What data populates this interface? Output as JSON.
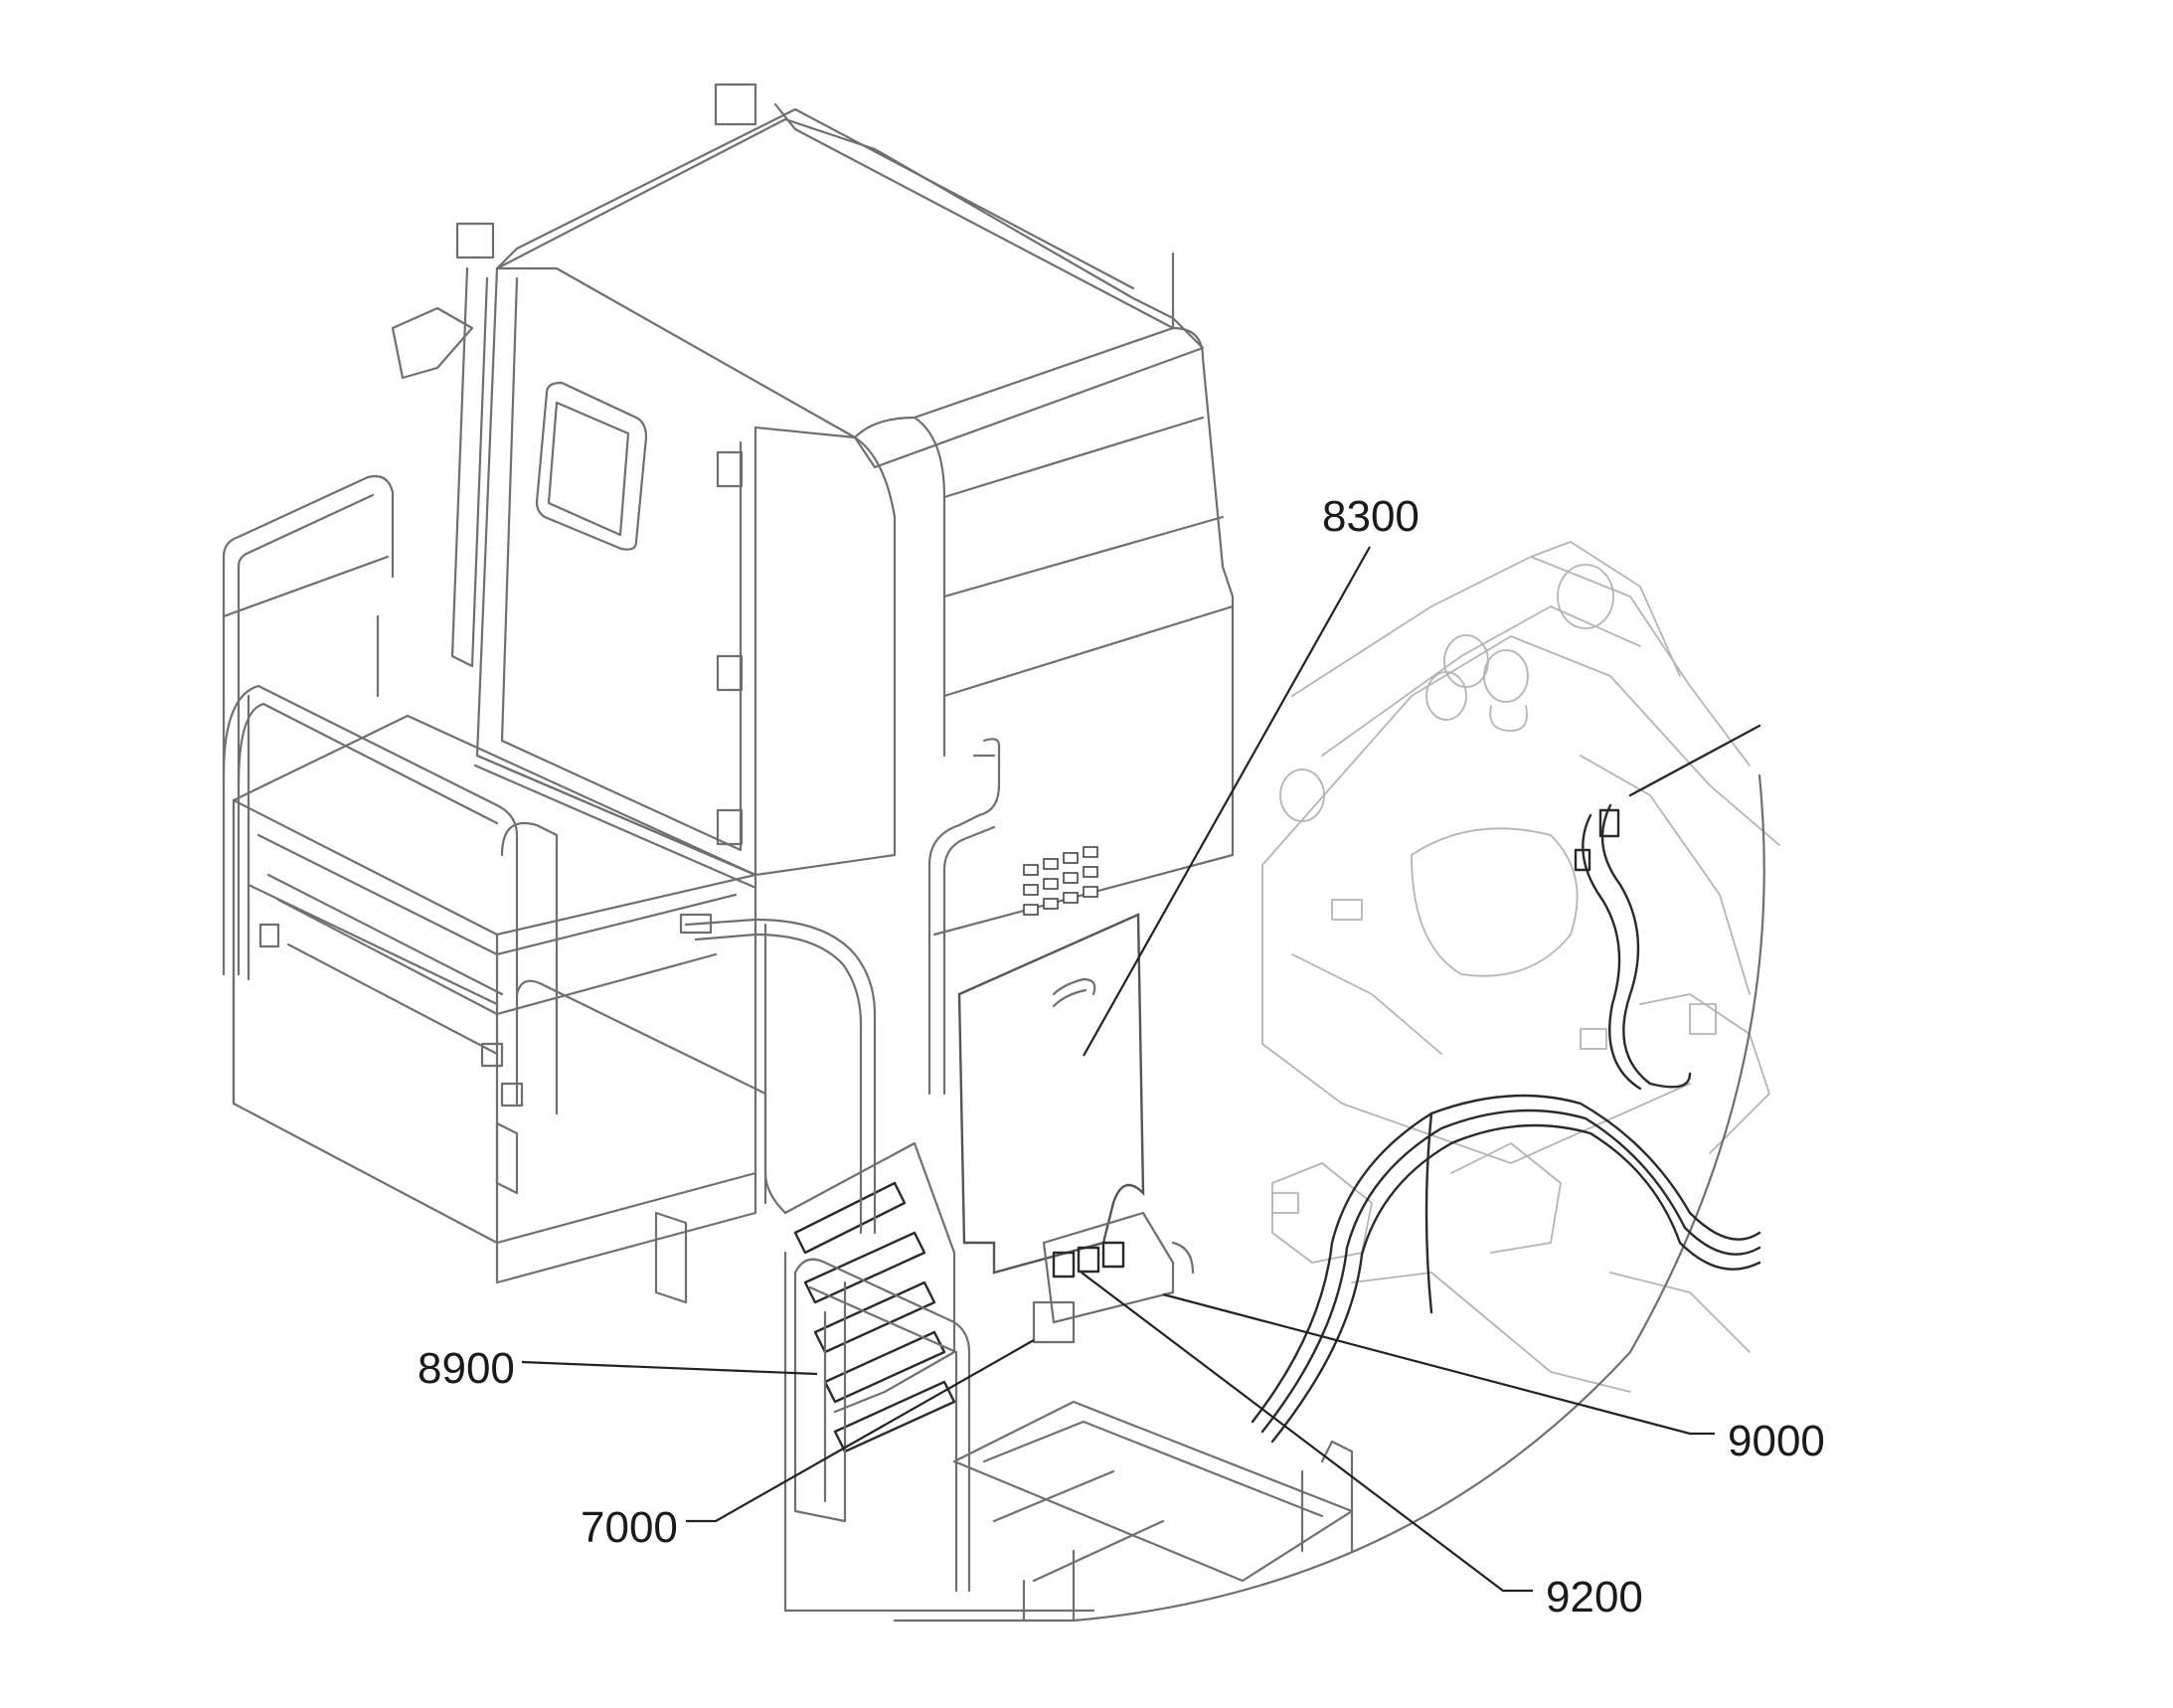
{
  "labels": {
    "l8300": "8300",
    "l8900": "8900",
    "l7000": "7000",
    "l9000": "9000",
    "l9200": "9200"
  },
  "colors": {
    "line": "#6f6f6f",
    "light_line": "#b4b4b4",
    "dark_line": "#2a2a2a",
    "text": "#1a1a1a",
    "background": "#ffffff"
  }
}
